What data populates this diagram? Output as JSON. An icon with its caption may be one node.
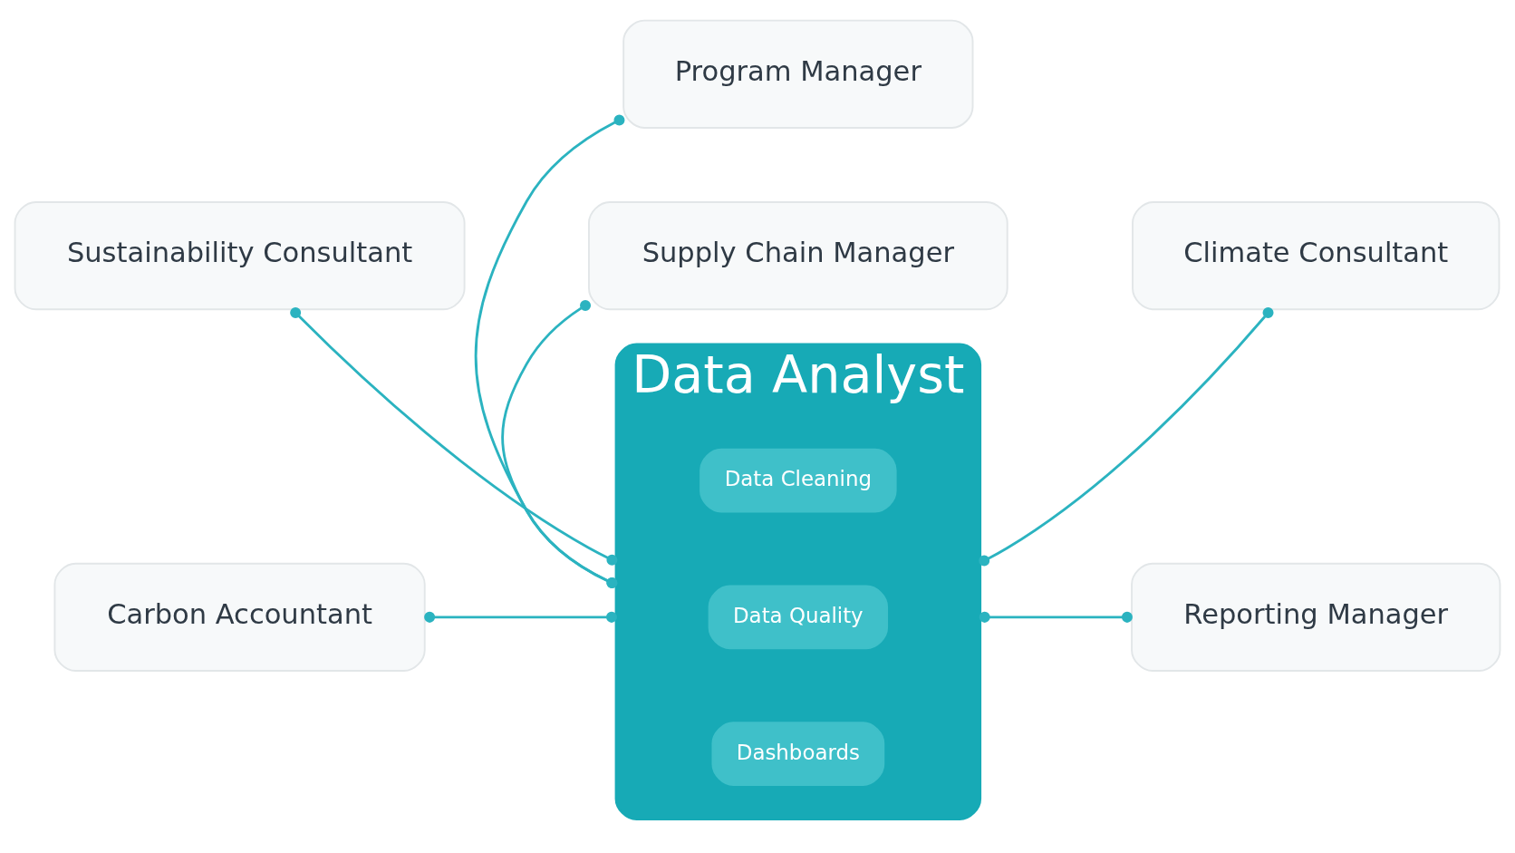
{
  "diagram": {
    "nodes": [
      {
        "text": [
          "Program Manager"
        ]
      },
      {
        "text": [
          "Sustainability Consultant"
        ]
      },
      {
        "text": [
          "Data Analyst"
        ]
      },
      {
        "text": [
          "Data Cleaning"
        ],
        "in": 2
      },
      {
        "text": [
          "Data Quality"
        ],
        "in": 2
      },
      {
        "text": [
          "Dashboards"
        ],
        "in": 2
      },
      {
        "text": [
          "Climate Consultant"
        ]
      },
      {
        "text": [
          "Carbon Accountant"
        ]
      },
      {
        "text": [
          "Reporting Manager"
        ]
      },
      {
        "text": [
          "Supply Chain Manager"
        ]
      }
    ],
    "edges": [
      {
        "from": 0,
        "to": 2,
        "arrow": "other"
      },
      {
        "from": 1,
        "to": 2,
        "arrow": "other"
      },
      {
        "from": 2,
        "to": 6,
        "arrow": "other"
      },
      {
        "from": 7,
        "to": 2,
        "arrow": "other"
      },
      {
        "from": 2,
        "to": 8,
        "arrow": "other"
      },
      {
        "from": 2,
        "to": 9,
        "arrow": "other"
      }
    ]
  }
}
